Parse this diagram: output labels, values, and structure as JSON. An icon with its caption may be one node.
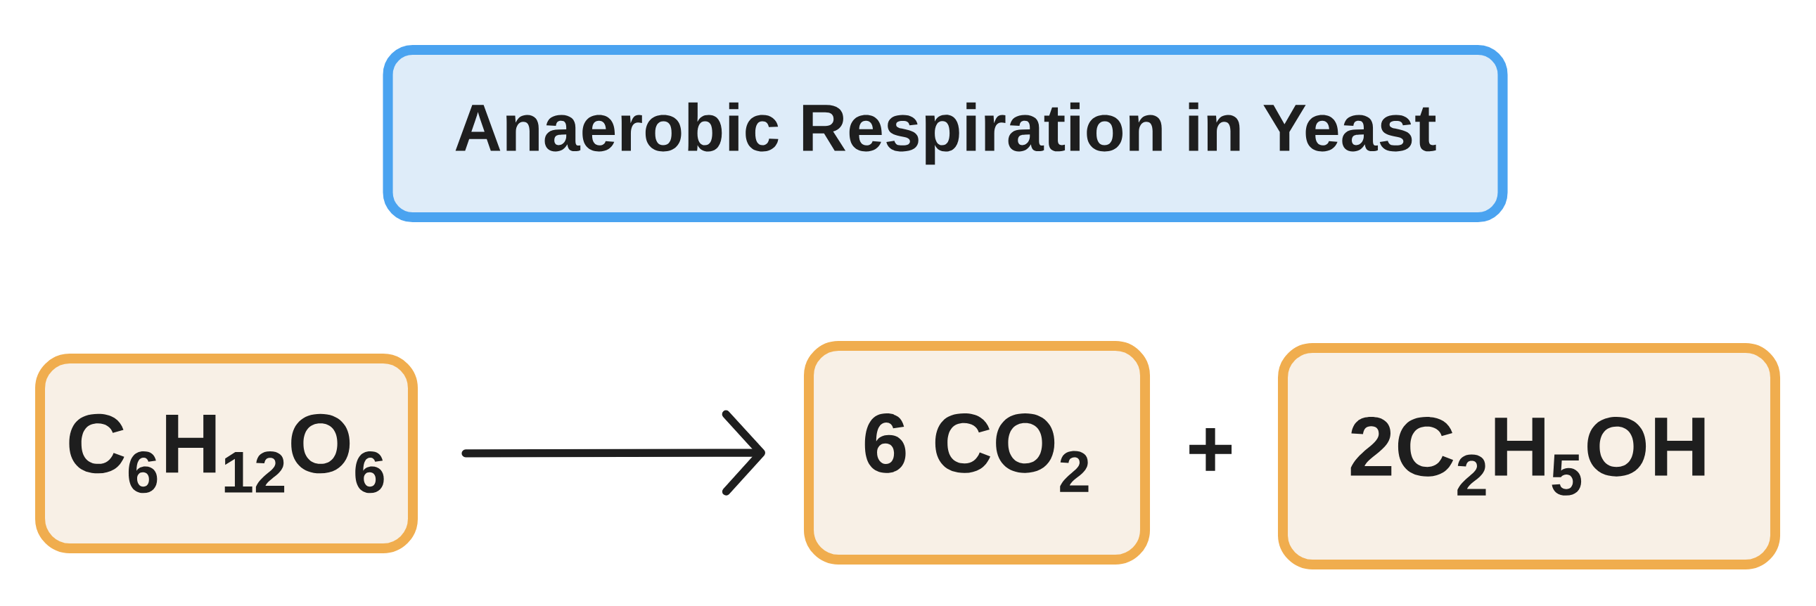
{
  "diagram": {
    "title": "Anaerobic Respiration in Yeast",
    "nodes": [
      {
        "text": [
          "C$_{6}$H$_{12}$O$_{6}$"
        ]
      },
      {
        "text": [
          "6 CO$_{2}$"
        ]
      },
      {
        "text": [
          "2C$_{2}$H$_{5}$OH"
        ]
      }
    ],
    "edges": [
      {
        "from": 0,
        "to": 1,
        "arrow": "to"
      }
    ],
    "labels": [
      "+"
    ]
  }
}
